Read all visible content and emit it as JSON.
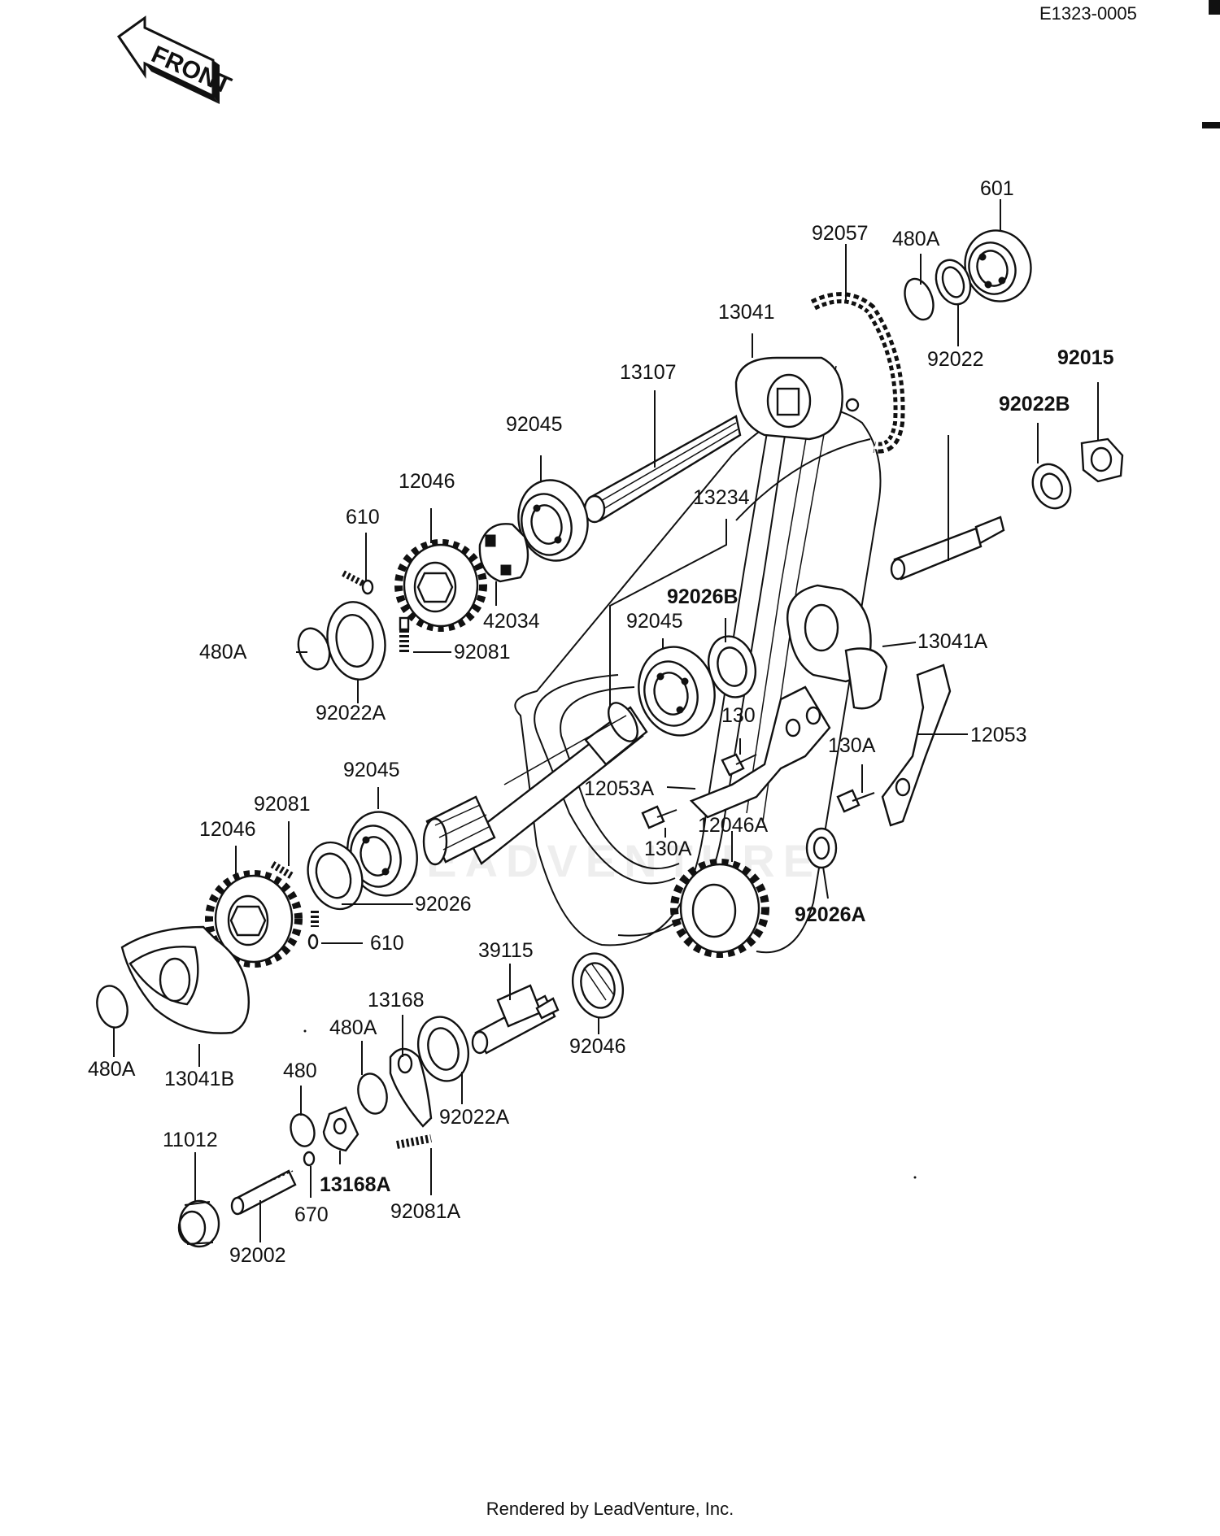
{
  "header": {
    "diagram_id": "E1323-0005"
  },
  "front_arrow": {
    "label": "FRONT"
  },
  "watermark": {
    "text": "LEADVENTURE"
  },
  "footer": {
    "text": "Rendered by LeadVenture, Inc."
  },
  "callouts": [
    {
      "id": "601",
      "text": "601"
    },
    {
      "id": "92057",
      "text": "92057"
    },
    {
      "id": "480A-top",
      "text": "480A"
    },
    {
      "id": "13041",
      "text": "13041"
    },
    {
      "id": "92022",
      "text": "92022"
    },
    {
      "id": "92015",
      "text": "92015"
    },
    {
      "id": "13107",
      "text": "13107"
    },
    {
      "id": "92022B",
      "text": "92022B"
    },
    {
      "id": "92045-top",
      "text": "92045"
    },
    {
      "id": "12046-top",
      "text": "12046"
    },
    {
      "id": "13234",
      "text": "13234"
    },
    {
      "id": "610-top",
      "text": "610"
    },
    {
      "id": "42034",
      "text": "42034"
    },
    {
      "id": "92026B",
      "text": "92026B"
    },
    {
      "id": "92045-mid",
      "text": "92045"
    },
    {
      "id": "13041A",
      "text": "13041A"
    },
    {
      "id": "480A-left",
      "text": "480A"
    },
    {
      "id": "92081-top",
      "text": "92081"
    },
    {
      "id": "92022A-top",
      "text": "92022A"
    },
    {
      "id": "130",
      "text": "130"
    },
    {
      "id": "12053",
      "text": "12053"
    },
    {
      "id": "130A-right",
      "text": "130A"
    },
    {
      "id": "92045-low",
      "text": "92045"
    },
    {
      "id": "12053A",
      "text": "12053A"
    },
    {
      "id": "92081-low",
      "text": "92081"
    },
    {
      "id": "12046A",
      "text": "12046A"
    },
    {
      "id": "12046-low",
      "text": "12046"
    },
    {
      "id": "130A-low",
      "text": "130A"
    },
    {
      "id": "92026",
      "text": "92026"
    },
    {
      "id": "92026A",
      "text": "92026A"
    },
    {
      "id": "610-low",
      "text": "610"
    },
    {
      "id": "39115",
      "text": "39115"
    },
    {
      "id": "13168",
      "text": "13168"
    },
    {
      "id": "480A-bottom-left",
      "text": "480A"
    },
    {
      "id": "480A-mid",
      "text": "480A"
    },
    {
      "id": "92046",
      "text": "92046"
    },
    {
      "id": "13041B",
      "text": "13041B"
    },
    {
      "id": "480",
      "text": "480"
    },
    {
      "id": "92022A-low",
      "text": "92022A"
    },
    {
      "id": "11012",
      "text": "11012"
    },
    {
      "id": "13168A",
      "text": "13168A"
    },
    {
      "id": "670",
      "text": "670"
    },
    {
      "id": "92081A",
      "text": "92081A"
    },
    {
      "id": "92002",
      "text": "92002"
    }
  ]
}
